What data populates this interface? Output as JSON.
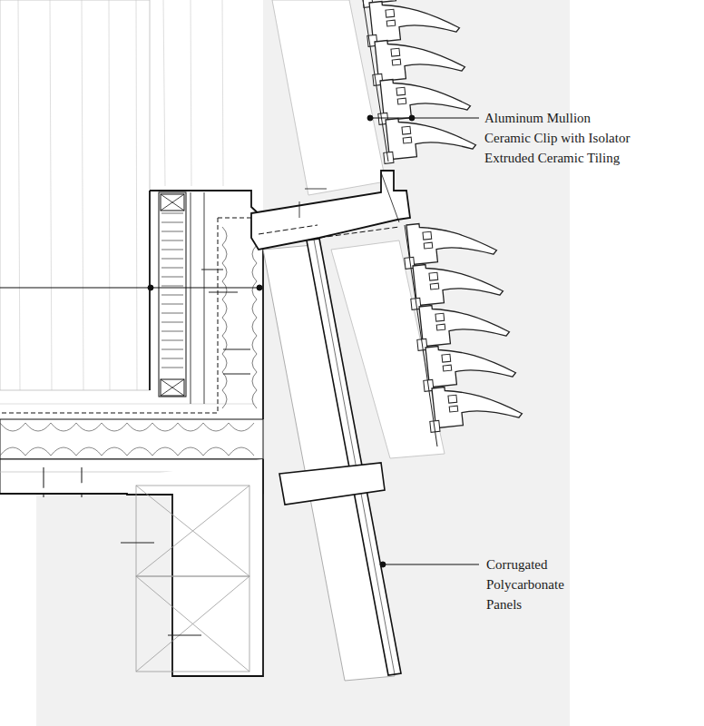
{
  "diagram": {
    "labels": [
      "Aluminum Mullion",
      "Ceramic Clip with Isolator",
      "Extruded Ceramic Tiling",
      "Corrugated Polycarbonate Panels"
    ]
  }
}
